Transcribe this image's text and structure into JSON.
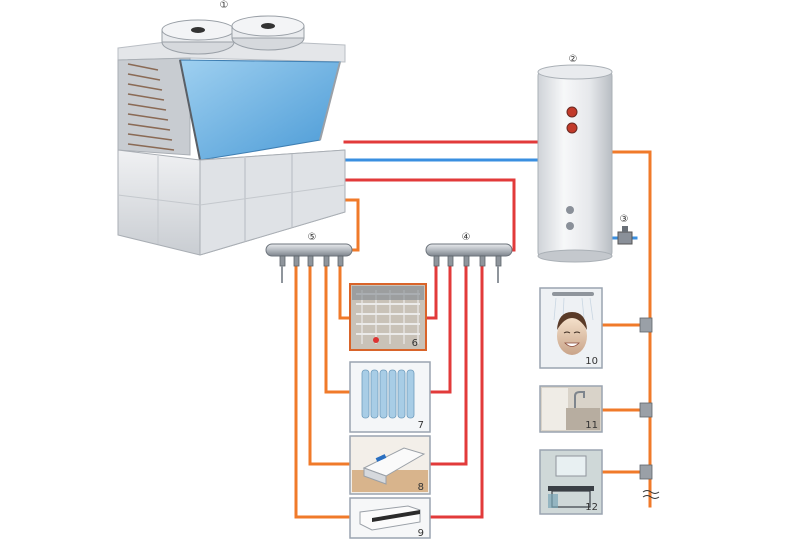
{
  "labels": {
    "heat_pump": "①",
    "tank": "②",
    "valve": "③",
    "manifold_supply": "④",
    "manifold_return": "⑤",
    "floor_heating": "6",
    "radiator": "7",
    "fan_coil_floor": "8",
    "fan_coil_ceiling": "9",
    "shower": "10",
    "kitchen": "11",
    "bathroom": "12"
  },
  "colors": {
    "hot_pipe": "#e23a3a",
    "cold_pipe": "#3a8fe0",
    "return_pipe": "#f07a2a",
    "panel_border_floor": "#d9642a",
    "panel_border": "#9aa4b0"
  },
  "icons": [
    "fan-icon",
    "shower-icon",
    "radiator-icon"
  ]
}
